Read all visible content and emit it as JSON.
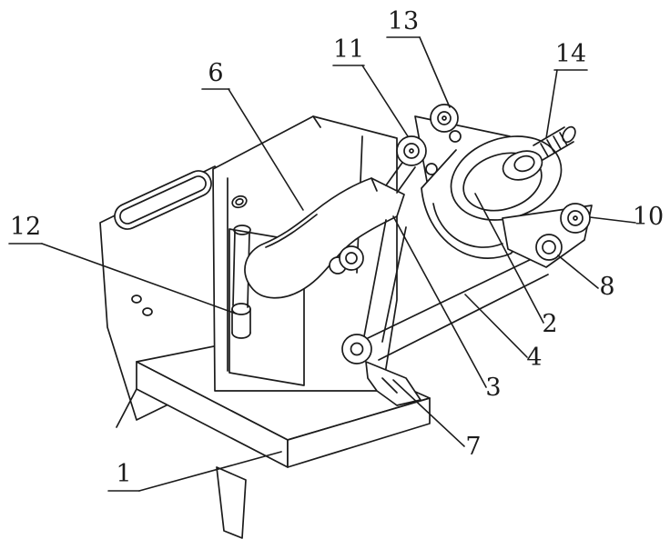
{
  "figure": {
    "background_color": "#ffffff",
    "line_color": "#1b1b1b",
    "labels": [
      {
        "text": "13"
      },
      {
        "text": "14"
      },
      {
        "text": "11"
      },
      {
        "text": "6"
      },
      {
        "text": "12"
      },
      {
        "text": "10"
      },
      {
        "text": "8"
      },
      {
        "text": "2"
      },
      {
        "text": "4"
      },
      {
        "text": "3"
      },
      {
        "text": "7"
      },
      {
        "text": "1"
      }
    ]
  }
}
